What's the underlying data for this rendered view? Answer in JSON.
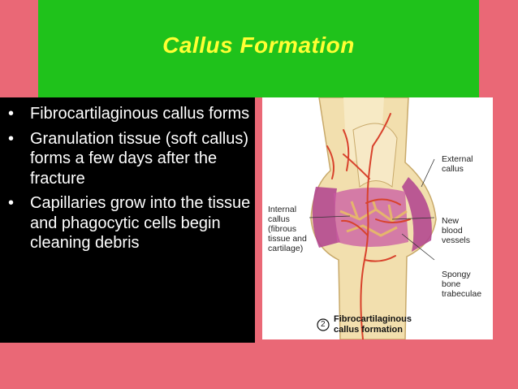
{
  "slide": {
    "title": "Callus Formation",
    "bullets": [
      "Fibrocartilaginous callus forms",
      "Granulation tissue (soft callus) forms a few days after the fracture",
      "Capillaries grow into the tissue and phagocytic cells begin cleaning debris"
    ],
    "bullet_symbol": "•"
  },
  "figure": {
    "labels": {
      "external_callus": [
        "External",
        "callus"
      ],
      "internal_callus": [
        "Internal",
        "callus",
        "(fibrous",
        "tissue and",
        "cartilage)"
      ],
      "new_blood_vessels": [
        "New",
        "blood",
        "vessels"
      ],
      "spongy_bone": [
        "Spongy",
        "bone",
        "trabeculae"
      ]
    },
    "step_number": "2",
    "caption": [
      "Fibrocartilaginous",
      "callus formation"
    ]
  },
  "colors": {
    "background": "#ea6876",
    "title_band": "#1fc21b",
    "title_text": "#ffff33",
    "text_panel": "#000000",
    "bullet_text": "#ffffff",
    "bone": "#f2dfae",
    "callus": "#b0418e",
    "vessels": "#d8422c"
  }
}
